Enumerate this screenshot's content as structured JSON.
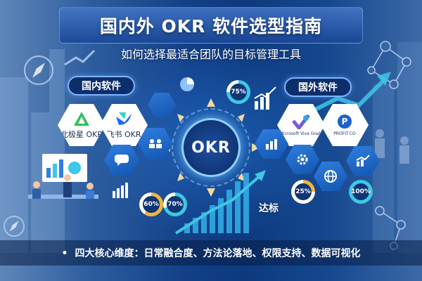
{
  "title": "国内外 OKR 软件选型指南",
  "subtitle": "如何选择最适合团队的目标管理工具",
  "left_section": {
    "label": "国内软件",
    "products": [
      {
        "name": "北极星 OKR",
        "icon": "triangle-logo-icon"
      },
      {
        "name": "飞书 OKR",
        "icon": "feishu-logo-icon"
      }
    ],
    "stats": [
      "60%",
      "70%"
    ]
  },
  "right_section": {
    "label": "国外软件",
    "products": [
      {
        "name": "Microsoft Viva Goals",
        "icon": "viva-goals-logo-icon"
      },
      {
        "name": "PROFIT.CO",
        "icon": "profit-co-logo-icon"
      }
    ],
    "stats": [
      "25%",
      "100%"
    ]
  },
  "top_stat": "75%",
  "center_label": "OKR",
  "growth_label": "达标",
  "footer": "四大核心维度：日常融合度、方法论落地、权限支持、数据可视化",
  "colors": {
    "accent": "#2f7fe0",
    "highlight": "#8fd0ff",
    "growth": "#3ec7e6",
    "background": "#0d3a7e"
  }
}
